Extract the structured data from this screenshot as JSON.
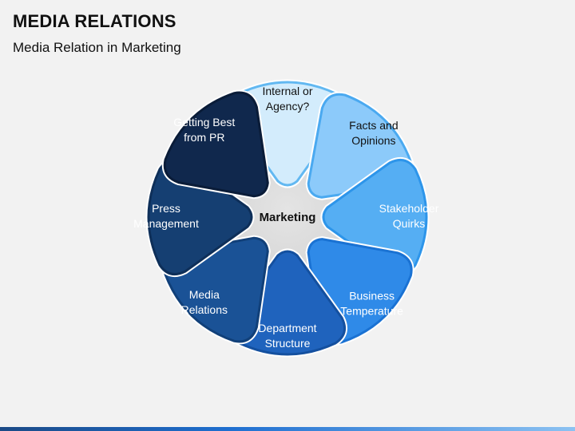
{
  "header": {
    "title": "MEDIA RELATIONS",
    "subtitle": "Media Relation in Marketing"
  },
  "center": {
    "label": "Marketing"
  },
  "petals": [
    {
      "line1": "Internal or",
      "line2": "Agency?",
      "fill": "#d3ecfc",
      "stroke": "#62b8f1",
      "text_color": "#111111"
    },
    {
      "line1": "Facts and",
      "line2": "Opinions",
      "fill": "#8ccafa",
      "stroke": "#4aa9f0",
      "text_color": "#111111"
    },
    {
      "line1": "Stakeholder",
      "line2": "Quirks",
      "fill": "#55aef3",
      "stroke": "#2d95ea",
      "text_color": "#ffffff"
    },
    {
      "line1": "Business",
      "line2": "Temperature",
      "fill": "#2f8ae8",
      "stroke": "#1a72d3",
      "text_color": "#ffffff"
    },
    {
      "line1": "Department",
      "line2": "Structure",
      "fill": "#1f63bd",
      "stroke": "#14509f",
      "text_color": "#ffffff"
    },
    {
      "line1": "Media",
      "line2": "Relations",
      "fill": "#1a5296",
      "stroke": "#114079",
      "text_color": "#ffffff"
    },
    {
      "line1": "Press",
      "line2": "Management",
      "fill": "#153f72",
      "stroke": "#0e2f59",
      "text_color": "#ffffff"
    },
    {
      "line1": "Getting Best",
      "line2": "from PR",
      "fill": "#10284d",
      "stroke": "#0a1c38",
      "text_color": "#ffffff"
    }
  ]
}
